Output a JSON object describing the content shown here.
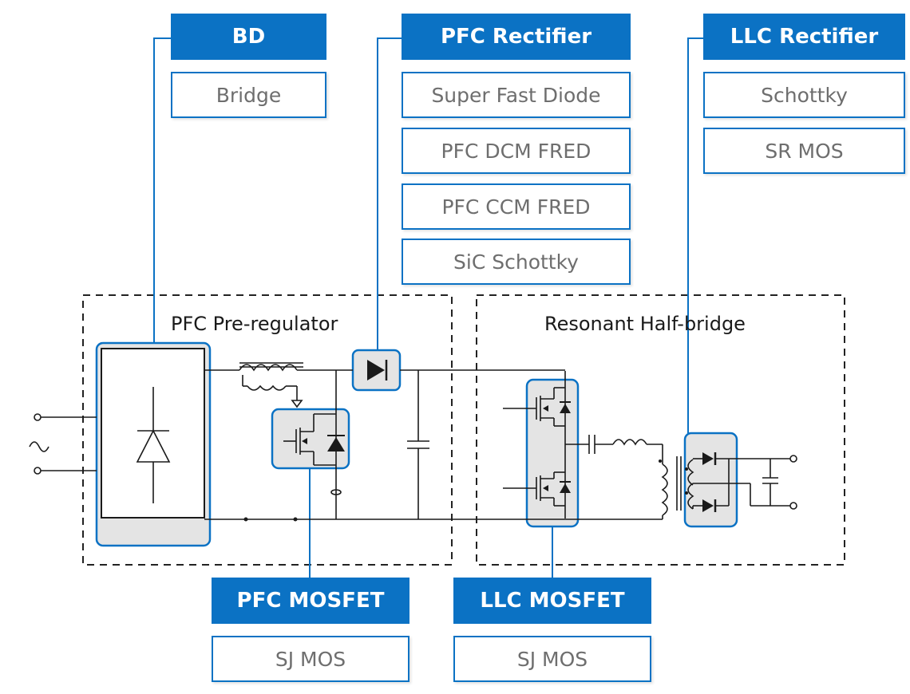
{
  "groups": {
    "bd": {
      "title": "BD",
      "items": [
        "Bridge"
      ]
    },
    "pfc_rectifier": {
      "title": "PFC Rectifier",
      "items": [
        "Super Fast Diode",
        "PFC DCM FRED",
        "PFC CCM FRED",
        "SiC Schottky"
      ]
    },
    "llc_rectifier": {
      "title": "LLC Rectifier",
      "items": [
        "Schottky",
        "SR MOS"
      ]
    },
    "pfc_mosfet": {
      "title": "PFC MOSFET",
      "items": [
        "SJ MOS"
      ]
    },
    "llc_mosfet": {
      "title": "LLC MOSFET",
      "items": [
        "SJ MOS"
      ]
    }
  },
  "sections": {
    "pfc": "PFC Pre-regulator",
    "resonant": "Resonant Half-bridge"
  },
  "colors": {
    "accent": "#0b72c4",
    "highlight_fill": "#e4e4e4",
    "text_grey": "#6e6e6e",
    "wire": "#1a1a1a"
  }
}
